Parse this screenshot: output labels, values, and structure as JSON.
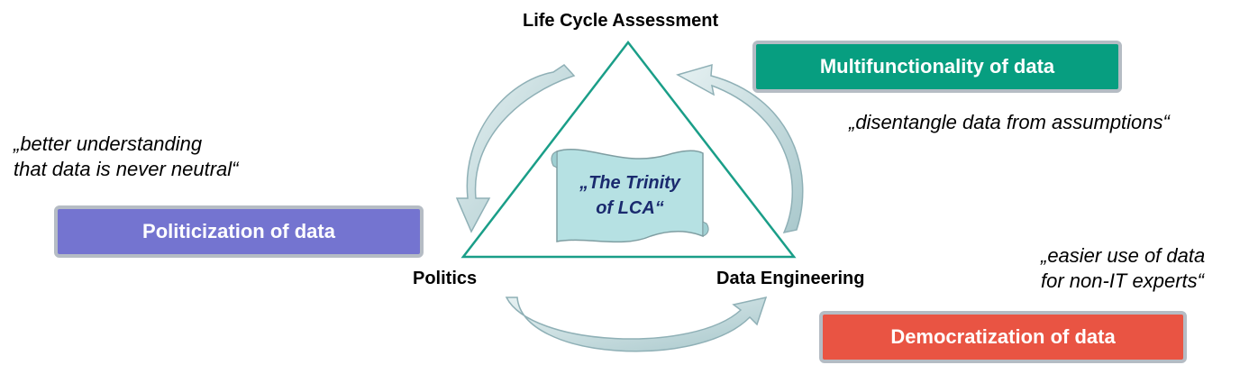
{
  "vertices": {
    "top": "Life Cycle Assessment",
    "left": "Politics",
    "right": "Data Engineering"
  },
  "center_scroll": {
    "line1": "„The Trinity",
    "line2": "of LCA“"
  },
  "boxes": {
    "multifunctionality": {
      "label": "Multifunctionality of data",
      "color": "#079e80"
    },
    "politicization": {
      "label": "Politicization of data",
      "color": "#7474d0"
    },
    "democratization": {
      "label": "Democratization of data",
      "color": "#e95443"
    }
  },
  "quotes": {
    "multifunctionality": {
      "line1": "„disentangle data from assumptions“"
    },
    "politicization": {
      "line1": "„better understanding",
      "line2": "that data is never neutral“"
    },
    "democratization": {
      "line1": "„easier use of data",
      "line2": "for non-IT experts“"
    }
  },
  "colors": {
    "triangle": "#1a9e88",
    "scroll_fill": "#b6e1e3",
    "scroll_text": "#1a2a6e",
    "arrow_fill": "#c9dfe2",
    "arrow_stroke": "#8fb0b6"
  }
}
